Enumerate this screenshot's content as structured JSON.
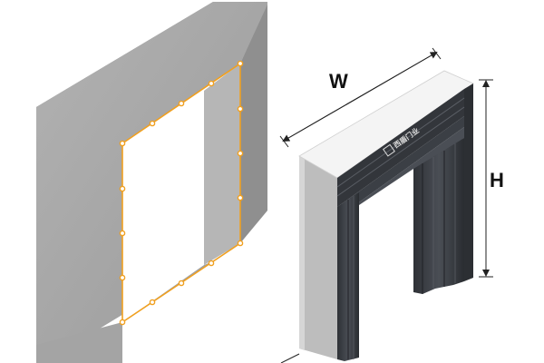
{
  "labels": {
    "width": "W",
    "height": "H"
  },
  "brand": {
    "logo_text": "西盾门业"
  },
  "colors": {
    "wall_front": "#a9a9a9",
    "wall_top": "#8a8a8a",
    "wall_side": "#bdbdbd",
    "outline": "#f0a020",
    "curtain": "#3a3d42",
    "canopy": "#f2f2f2",
    "dimension_line": "#222222"
  },
  "icons": {
    "anchor_point": "circle-point-icon",
    "dimension_arrow": "arrow-icon"
  }
}
